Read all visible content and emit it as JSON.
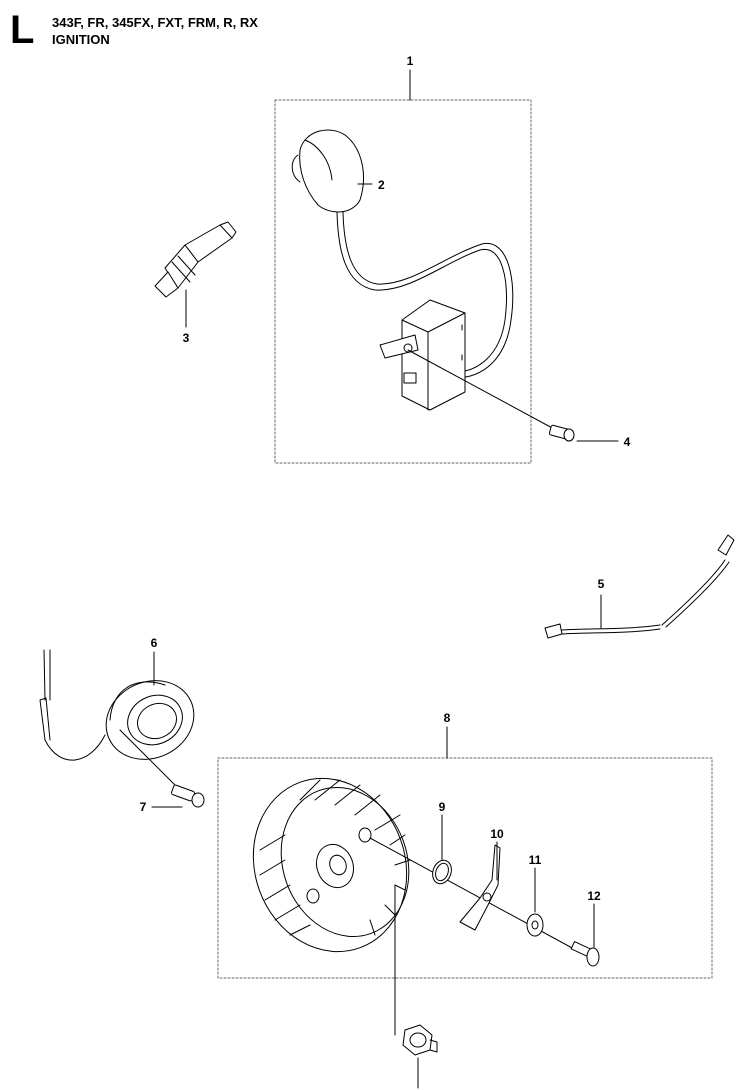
{
  "header": {
    "letter": "L",
    "models": "343F, FR, 345FX, FXT, FRM, R, RX",
    "section": "IGNITION"
  },
  "callouts": [
    "1",
    "2",
    "3",
    "4",
    "5",
    "6",
    "7",
    "8",
    "9",
    "10",
    "11",
    "12"
  ]
}
